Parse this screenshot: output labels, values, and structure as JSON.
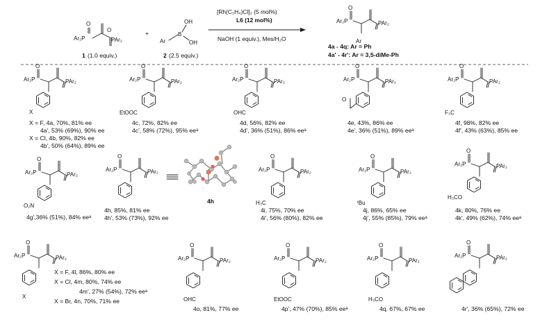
{
  "scheme": {
    "reactant1": {
      "label": "1",
      "equiv": "(1.0 equiv.)"
    },
    "reactant2": {
      "label": "2",
      "equiv": "(2.5 equiv.)"
    },
    "plus": "+",
    "catalyst": "[Rh(C₂H₄)Cl]₂ (5 mol%)",
    "ligand": "L6 (12 mol%)",
    "conditions": "NaOH (1 equiv.), Mes/H₂O",
    "product_range_1": "4a - 4q: Ar = Ph",
    "product_range_2": "4a' - 4r': Ar = 3,5-diMe-Ph"
  },
  "entries": [
    {
      "id": "4a",
      "lines": [
        "X = F, 4a, 70%, 81% ee",
        "4a', 53% (69%), 90% ee",
        "X = Cl, 4b, 90%, 82% ee",
        "4b', 50% (64%), 89% ee"
      ],
      "substituent": "X"
    },
    {
      "id": "4c",
      "lines": [
        "4c, 72%, 82% ee",
        "4c', 58% (72%), 95% eeᵃ"
      ],
      "substituent": "EtOOC"
    },
    {
      "id": "4d",
      "lines": [
        "4d, 56%, 82% ee",
        "4d', 36% (51%), 86% eeᵃ"
      ],
      "substituent": "OHC"
    },
    {
      "id": "4e",
      "lines": [
        "4e, 43%, 86% ee",
        "4e', 36% (51%), 89% eeᵃ"
      ],
      "substituent": "Ac"
    },
    {
      "id": "4f",
      "lines": [
        "4f, 98%, 82% ee",
        "4f', 43% (63%), 85% ee"
      ],
      "substituent": "F₃C"
    },
    {
      "id": "4g",
      "lines": [
        "4g',36% (51%), 84% eeᵃ"
      ],
      "substituent": "O₂N"
    },
    {
      "id": "4h",
      "lines": [
        "4h, 85%, 81% ee",
        "4h', 53% (73%), 92% ee"
      ],
      "substituent": ""
    },
    {
      "id": "4i",
      "lines": [
        "4i, 75%, 70% ee",
        "4i', 56% (80%), 82% ee"
      ],
      "substituent": "H₃C"
    },
    {
      "id": "4j",
      "lines": [
        "4j, 86%, 65% ee",
        "4j', 55% (85%), 79% eeᵃ"
      ],
      "substituent": "ᵗBu"
    },
    {
      "id": "4k",
      "lines": [
        "4k, 80%, 76% ee",
        "4k', 49% (62%), 74% eeᵃ"
      ],
      "substituent": "H₃CO"
    },
    {
      "id": "4l",
      "lines": [
        "X = F, 4l, 86%, 80% ee",
        "X = Cl, 4m, 80%, 74% ee",
        "4m', 27% (54%), 72% eeᵃ",
        "X = Br, 4n, 70%, 71% ee"
      ],
      "substituent": "X"
    },
    {
      "id": "4o",
      "lines": [
        "4o, 81%, 77% ee"
      ],
      "substituent": "OHC"
    },
    {
      "id": "4p",
      "lines": [
        "4p', 47% (70%), 85% eeᵃ"
      ],
      "substituent": "EtOOC"
    },
    {
      "id": "4q",
      "lines": [
        "4q, 67%, 67% ee"
      ],
      "substituent": "H₃CO"
    },
    {
      "id": "4r",
      "lines": [
        "4r', 36% (65%), 72% ee"
      ],
      "substituent": ""
    }
  ],
  "crystal_label": "4h",
  "atoms": {
    "o": "O",
    "ar2p": "Ar₂P",
    "par2": "PAr₂",
    "ar": "Ar",
    "b": "B",
    "oh": "OH"
  }
}
